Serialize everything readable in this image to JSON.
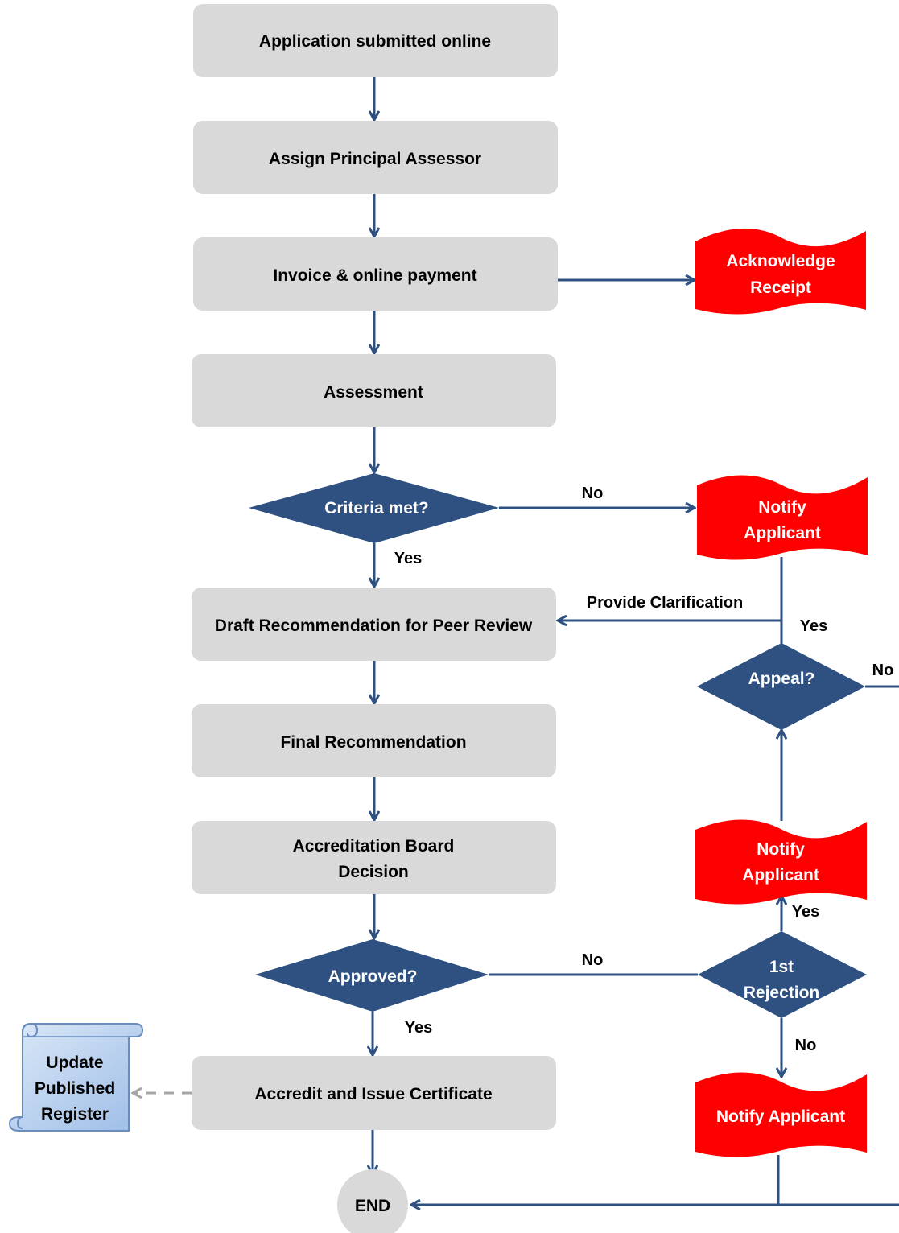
{
  "steps": {
    "application_submitted": "Application submitted online",
    "assign_assessor": "Assign Principal Assessor",
    "invoice_payment": "Invoice & online payment",
    "assessment": "Assessment",
    "draft_recommendation": "Draft Recommendation for Peer Review",
    "final_recommendation": "Final Recommendation",
    "board_decision_line1": "Accreditation Board",
    "board_decision_line2": "Decision",
    "accredit_issue": "Accredit and Issue Certificate",
    "end": "END"
  },
  "decisions": {
    "criteria_met": "Criteria met?",
    "appeal": "Appeal?",
    "approved": "Approved?",
    "first_rejection_line1": "1st",
    "first_rejection_line2": "Rejection"
  },
  "documents": {
    "acknowledge_line1": "Acknowledge",
    "acknowledge_line2": "Receipt",
    "notify1_line1": "Notify",
    "notify1_line2": "Applicant",
    "notify2_line1": "Notify",
    "notify2_line2": "Applicant",
    "notify3": "Notify Applicant",
    "register_line1": "Update",
    "register_line2": "Published",
    "register_line3": "Register"
  },
  "labels": {
    "criteria_no": "No",
    "criteria_yes": "Yes",
    "provide_clarification": "Provide Clarification",
    "appeal_yes": "Yes",
    "appeal_no": "No",
    "notify_yes": "Yes",
    "approved_no": "No",
    "approved_yes": "Yes",
    "rejection_no": "No"
  },
  "colors": {
    "process_fill": "#d9d9d9",
    "decision_fill": "#2e5181",
    "document_fill": "#ff0000",
    "connector": "#2e5181",
    "register_fill": "#c6d9f1",
    "dashed_connector": "#a6a6a6"
  }
}
